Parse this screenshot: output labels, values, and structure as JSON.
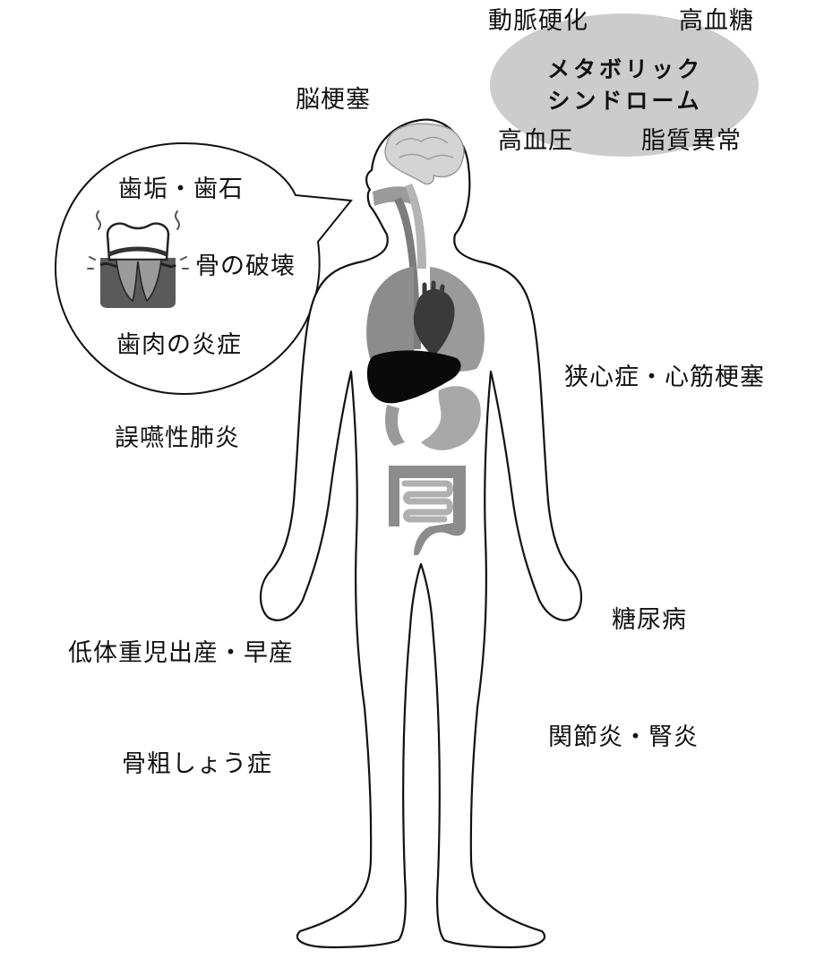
{
  "metabolic_syndrome": {
    "title_line1": "メタボリック",
    "title_line2": "シンドローム",
    "atherosclerosis": "動脈硬化",
    "hyperglycemia": "高血糖",
    "hypertension": "高血圧",
    "dyslipidemia": "脂質異常"
  },
  "oral": {
    "plaque_tartar": "歯垢・歯石",
    "bone_destruction": "骨の破壊",
    "gum_inflammation": "歯肉の炎症"
  },
  "diseases": {
    "stroke": "脳梗塞",
    "angina_mi": "狭心症・心筋梗塞",
    "aspiration_pneumonia": "誤嚥性肺炎",
    "diabetes": "糖尿病",
    "low_birth_weight": "低体重児出産・早産",
    "arthritis_nephritis": "関節炎・腎炎",
    "osteoporosis": "骨粗しょう症"
  },
  "colors": {
    "outline": "#111111",
    "organ_gray": "#8c8c8c",
    "organ_light": "#b4b4b4",
    "liver": "#0a0a0a",
    "bubble_fill": "#cccccc"
  }
}
